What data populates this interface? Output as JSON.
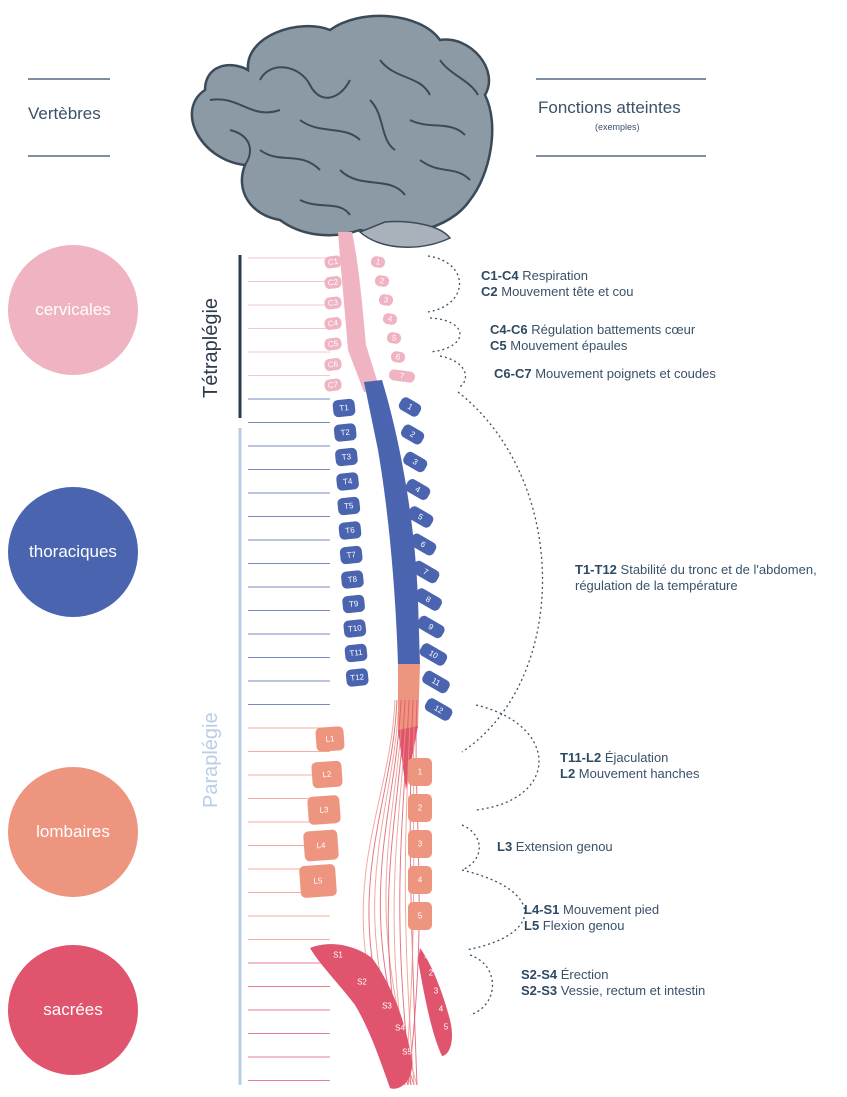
{
  "header": {
    "left_title": "Vertèbres",
    "right_title": "Fonctions atteintes",
    "right_subtitle": "(exemples)"
  },
  "regions": [
    {
      "label": "cervicales",
      "color": "#efb3c1"
    },
    {
      "label": "thoraciques",
      "color": "#4a64b0"
    },
    {
      "label": "lombaires",
      "color": "#ee957f"
    },
    {
      "label": "sacrées",
      "color": "#e0546e"
    }
  ],
  "side_labels": {
    "tetraplegie": "Tétraplégie",
    "paraplegie": "Paraplégie"
  },
  "vertebrae": {
    "cervical": [
      "C1",
      "C2",
      "C3",
      "C4",
      "C5",
      "C6",
      "C7"
    ],
    "thoracic": [
      "T1",
      "T2",
      "T3",
      "T4",
      "T5",
      "T6",
      "T7",
      "T8",
      "T9",
      "T10",
      "T11",
      "T12"
    ],
    "lumbar": [
      "L1",
      "L2",
      "L3",
      "L4",
      "L5"
    ],
    "sacral": [
      "S1",
      "S2",
      "S3",
      "S4",
      "S5"
    ],
    "cervical_nerves": [
      "1",
      "2",
      "3",
      "4",
      "5",
      "6",
      "7"
    ],
    "thoracic_nerves": [
      "1",
      "2",
      "3",
      "4",
      "5",
      "6",
      "7",
      "8",
      "9",
      "10",
      "11",
      "12"
    ],
    "lumbar_nerves": [
      "1",
      "2",
      "3",
      "4",
      "5"
    ],
    "sacral_nerves": [
      "1",
      "2",
      "3",
      "4",
      "5"
    ]
  },
  "functions": [
    {
      "lines": [
        {
          "code": "C1-C4",
          "text": "Respiration"
        },
        {
          "code": "C2",
          "text": "Mouvement tête et cou"
        }
      ]
    },
    {
      "lines": [
        {
          "code": "C4-C6",
          "text": "Régulation battements cœur"
        },
        {
          "code": "C5",
          "text": "Mouvement épaules"
        }
      ]
    },
    {
      "lines": [
        {
          "code": "C6-C7",
          "text": "Mouvement poignets et coudes"
        }
      ]
    },
    {
      "lines": [
        {
          "code": "T1-T12",
          "text": "Stabilité du tronc et de l'abdomen,"
        },
        {
          "code": "",
          "text": "régulation de la température"
        }
      ]
    },
    {
      "lines": [
        {
          "code": "T11-L2",
          "text": "Éjaculation"
        },
        {
          "code": "L2",
          "text": "Mouvement hanches"
        }
      ]
    },
    {
      "lines": [
        {
          "code": "L3",
          "text": "Extension genou"
        }
      ]
    },
    {
      "lines": [
        {
          "code": "L4-S1",
          "text": "Mouvement pied"
        },
        {
          "code": "L5",
          "text": "Flexion genou"
        }
      ]
    },
    {
      "lines": [
        {
          "code": "S2-S4",
          "text": "Érection"
        },
        {
          "code": "S2-S3",
          "text": "Vessie, rectum et intestin"
        }
      ]
    }
  ]
}
